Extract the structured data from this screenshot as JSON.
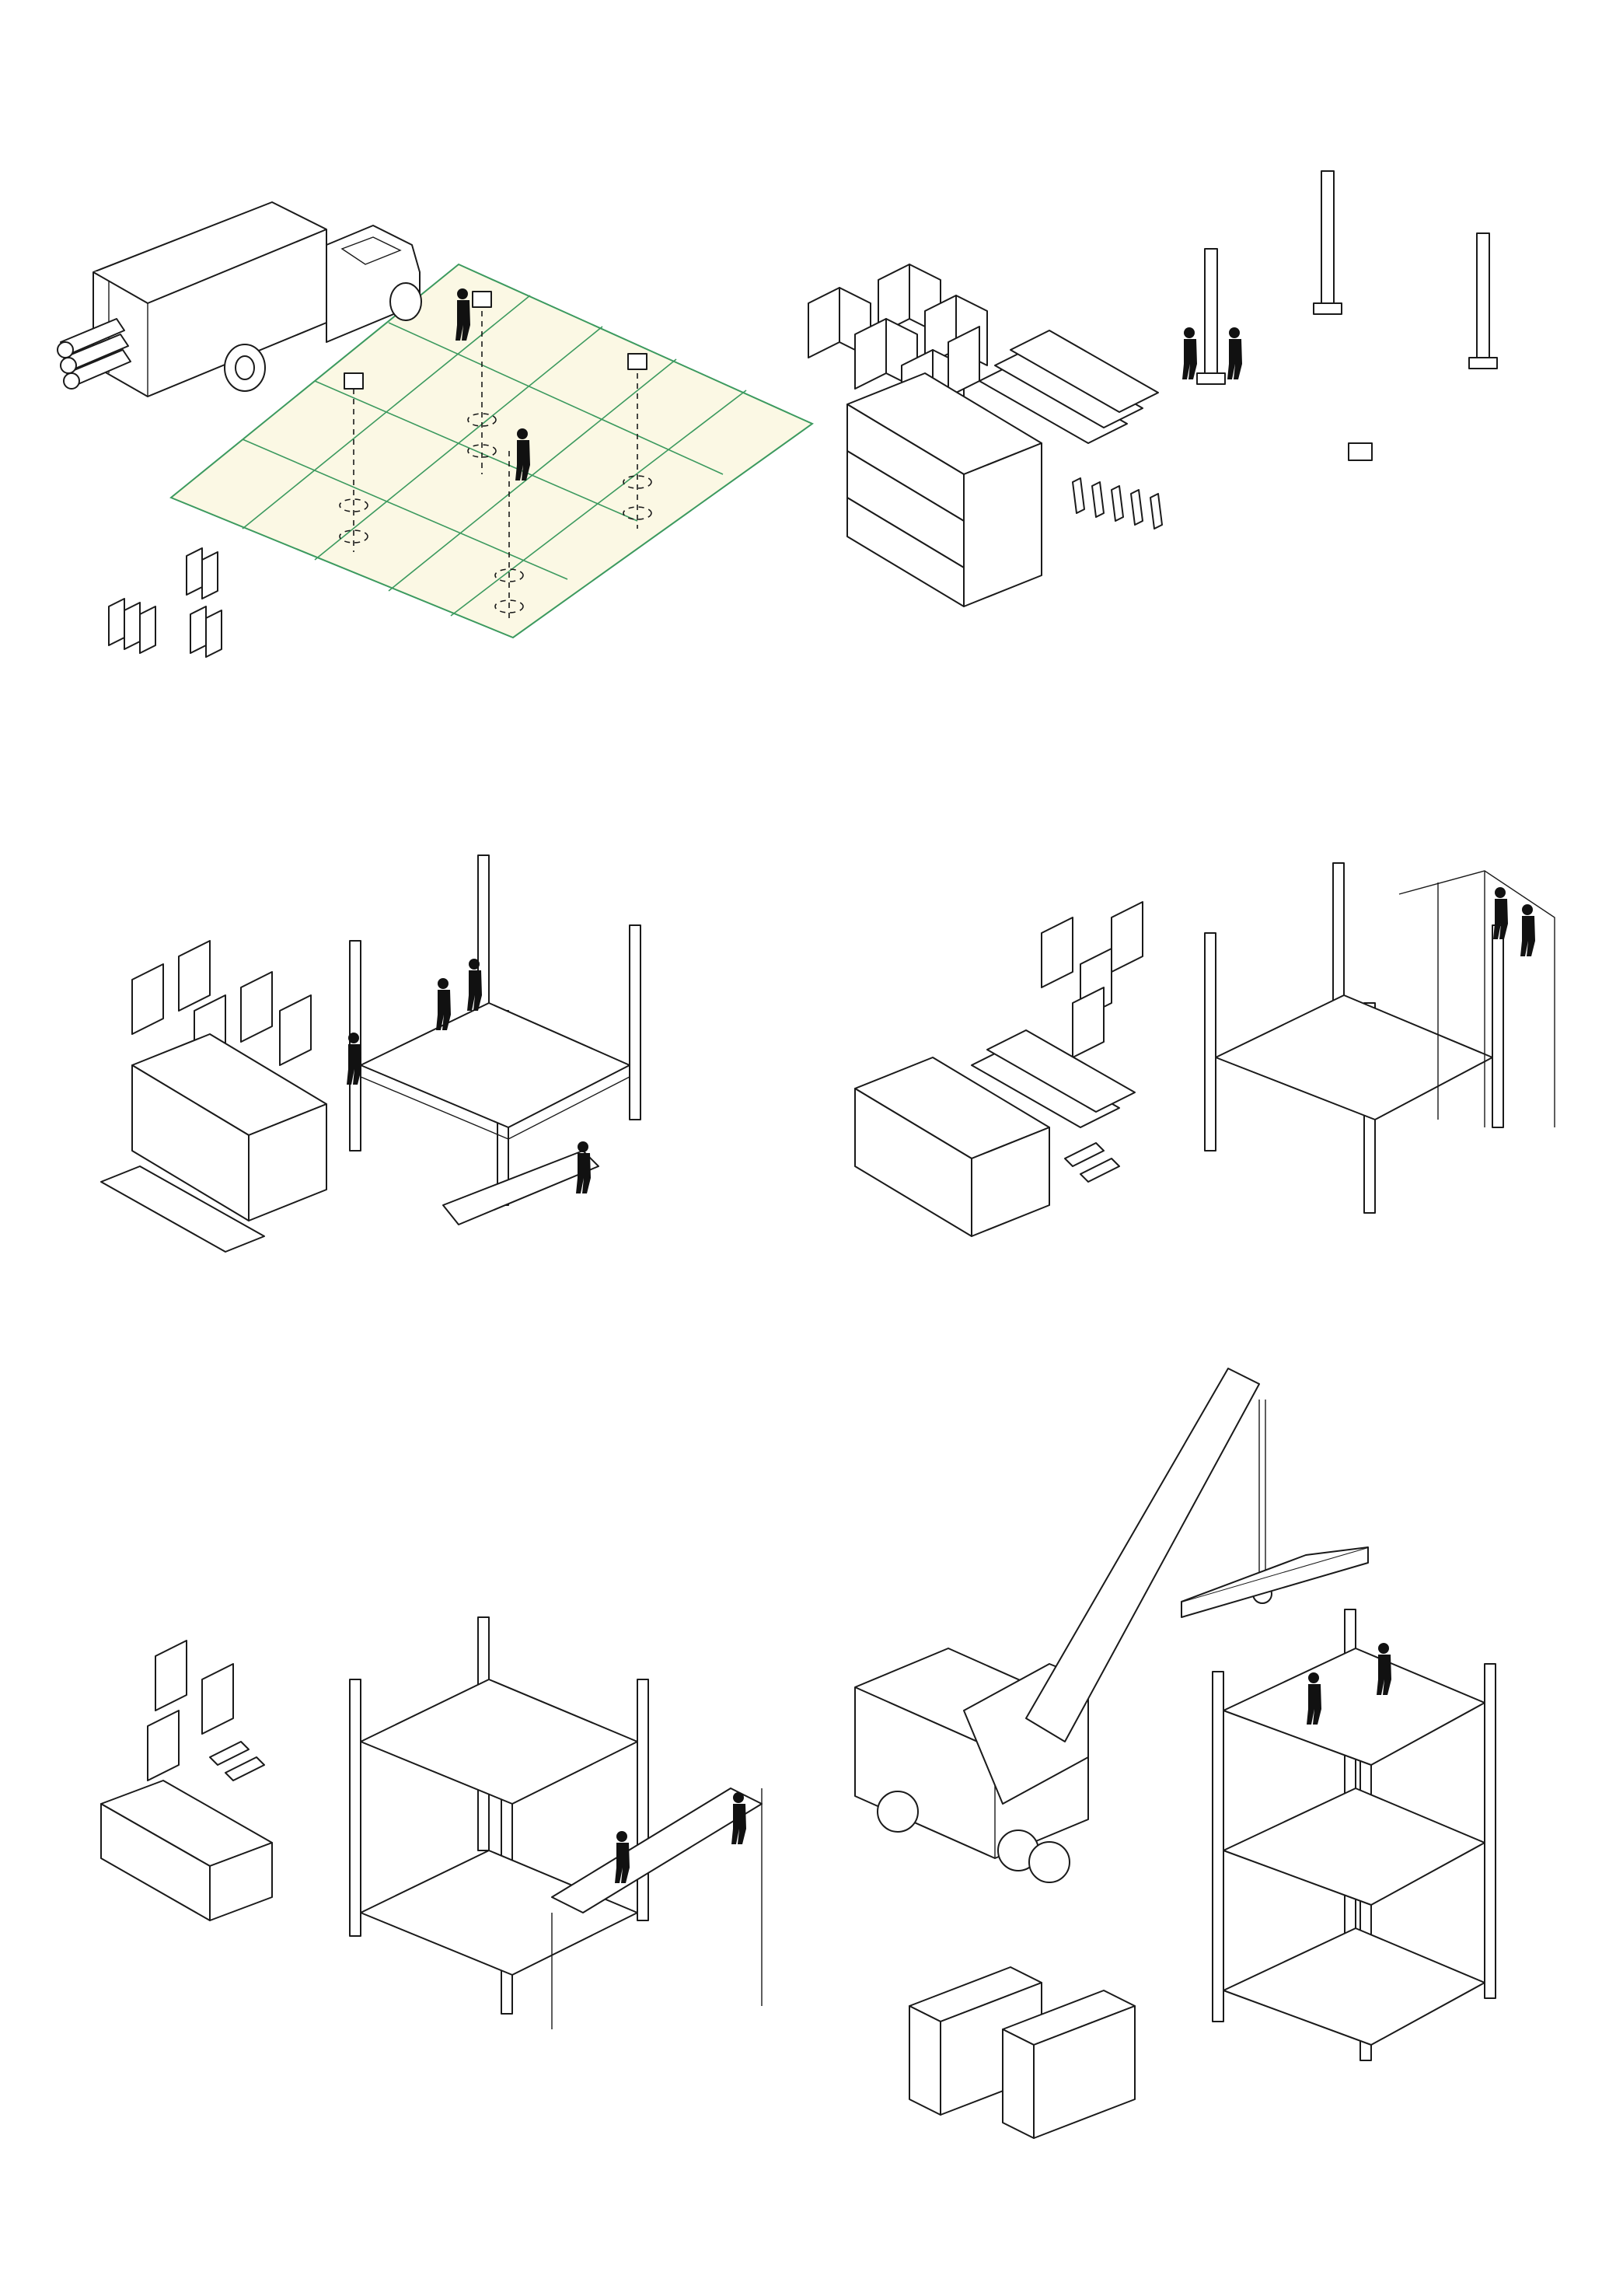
{
  "sheet": {
    "background": "#ffffff",
    "line_color": "#1a1a1a",
    "ground_fill": "#fbf8e4",
    "ground_line": "#3c9a5f"
  },
  "steps": [
    {
      "id": "step-1",
      "depicts": [
        "truck",
        "ground-grid",
        "screw-piles",
        "workers",
        "cruciform-brackets"
      ]
    },
    {
      "id": "step-2",
      "depicts": [
        "cruciform-brackets",
        "timber-beams",
        "steel-posts",
        "workers",
        "pile-caps"
      ]
    },
    {
      "id": "step-3",
      "depicts": [
        "cruciform-brackets",
        "timber-beams",
        "steel-posts",
        "frame",
        "workers"
      ]
    },
    {
      "id": "step-4",
      "depicts": [
        "cruciform-brackets",
        "timber-beams",
        "connectors",
        "frame",
        "workers",
        "wall"
      ]
    },
    {
      "id": "step-5",
      "depicts": [
        "cruciform-brackets",
        "timber-beams",
        "connectors",
        "frame",
        "workers",
        "wall"
      ]
    },
    {
      "id": "step-6",
      "depicts": [
        "mobile-crane",
        "floor-panel",
        "multi-storey-frame",
        "workers",
        "panel-stacks"
      ]
    }
  ]
}
